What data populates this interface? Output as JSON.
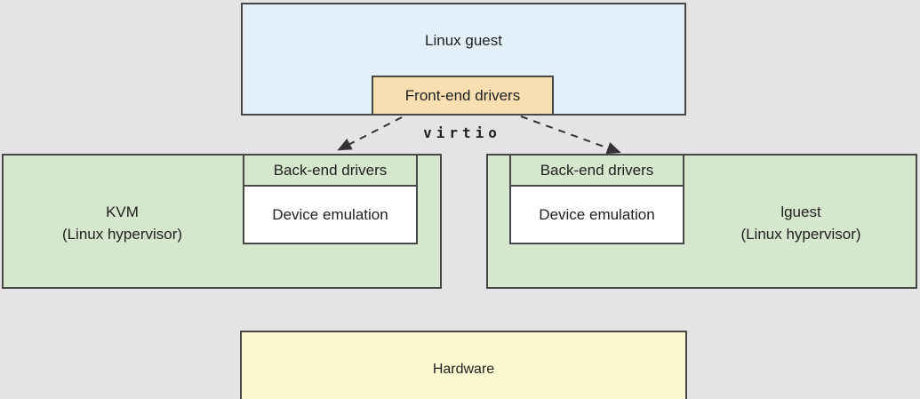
{
  "canvas": {
    "background": "#e4e4e4",
    "border_color": "#474747",
    "text_color": "#1f1f1f"
  },
  "guest": {
    "label": "Linux guest",
    "fill": "#e3f0fa",
    "frontend": {
      "label": "Front-end drivers",
      "fill": "#f7dfb2"
    }
  },
  "virtio": {
    "label": "virtio",
    "arrow_color": "#333333",
    "style": "dashed"
  },
  "hypervisors": [
    {
      "name": "KVM",
      "subtitle": "(Linux hypervisor)",
      "backend_label": "Back-end drivers",
      "emulation_label": "Device emulation",
      "fill": "#d5e7cc",
      "emulation_fill": "#ffffff"
    },
    {
      "name": "lguest",
      "subtitle": "(Linux hypervisor)",
      "backend_label": "Back-end drivers",
      "emulation_label": "Device emulation",
      "fill": "#d5e7cc",
      "emulation_fill": "#ffffff"
    }
  ],
  "hardware": {
    "label": "Hardware",
    "fill": "#fcf9d0"
  }
}
